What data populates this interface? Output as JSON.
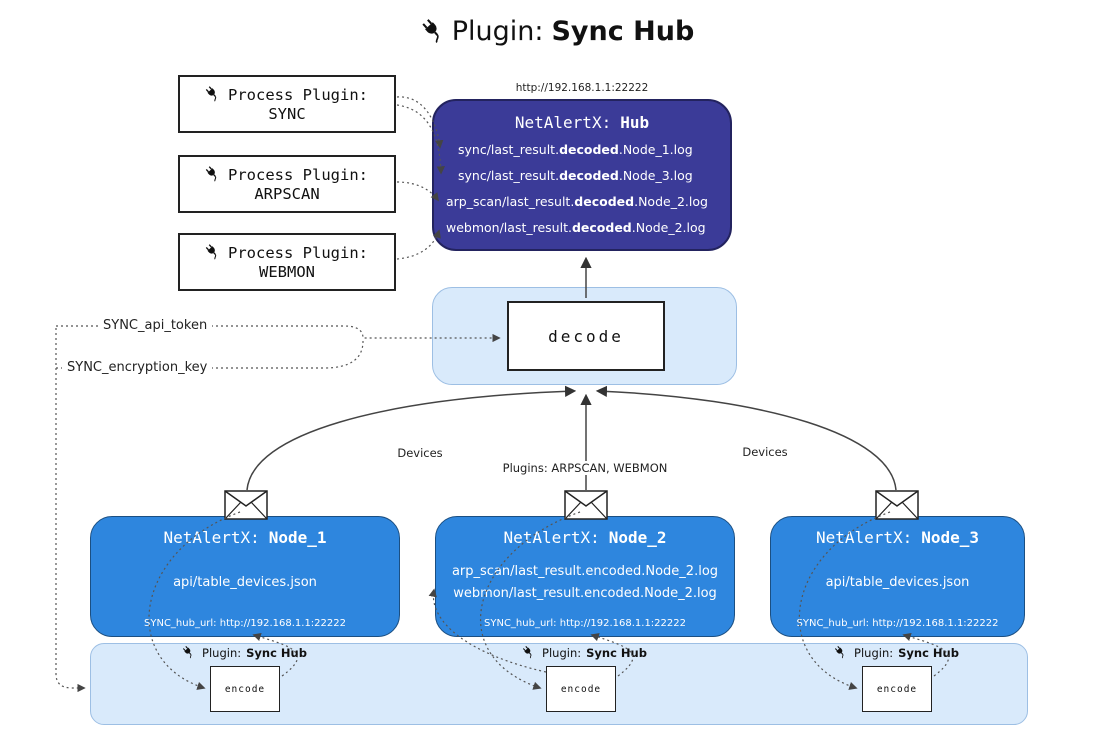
{
  "title": {
    "label": "Plugin:",
    "bold": "Sync Hub"
  },
  "process_plugins": [
    {
      "label": "Process Plugin:",
      "name": "SYNC"
    },
    {
      "label": "Process Plugin:",
      "name": "ARPSCAN"
    },
    {
      "label": "Process Plugin:",
      "name": "WEBMON"
    }
  ],
  "hub": {
    "url": "http://192.168.1.1:22222",
    "title": "NetAlertX:",
    "title_bold": "Hub",
    "logs": [
      {
        "pre": "sync/last_result.",
        "bold": "decoded",
        "post": ".Node_1.log"
      },
      {
        "pre": "sync/last_result.",
        "bold": "decoded",
        "post": ".Node_3.log"
      },
      {
        "pre": "arp_scan/last_result.",
        "bold": "decoded",
        "post": ".Node_2.log"
      },
      {
        "pre": "webmon/last_result.",
        "bold": "decoded",
        "post": ".Node_2.log"
      }
    ]
  },
  "decode": {
    "label": "decode"
  },
  "config": {
    "api_token": "SYNC_api_token",
    "encryption_key": "SYNC_encryption_key"
  },
  "edge_labels": {
    "left": "Devices",
    "center": "Plugins: ARPSCAN, WEBMON",
    "right": "Devices"
  },
  "nodes": [
    {
      "title": "NetAlertX:",
      "title_bold": "Node_1",
      "lines": [
        "api/table_devices.json"
      ],
      "hub_url": "SYNC_hub_url: http://192.168.1.1:22222"
    },
    {
      "title": "NetAlertX:",
      "title_bold": "Node_2",
      "lines": [
        "arp_scan/last_result.encoded.Node_2.log",
        "webmon/last_result.encoded.Node_2.log"
      ],
      "hub_url": "SYNC_hub_url: http://192.168.1.1:22222"
    },
    {
      "title": "NetAlertX:",
      "title_bold": "Node_3",
      "lines": [
        "api/table_devices.json"
      ],
      "hub_url": "SYNC_hub_url: http://192.168.1.1:22222"
    }
  ],
  "encode": {
    "plugin_label": "Plugin:",
    "plugin_bold": "Sync Hub",
    "box_label": "encode"
  },
  "colors": {
    "hub_bg": "#3b3b98",
    "node_bg": "#2e86de",
    "panel_bg": "#d9eafb",
    "line": "#444444",
    "dotted": "#555555"
  }
}
